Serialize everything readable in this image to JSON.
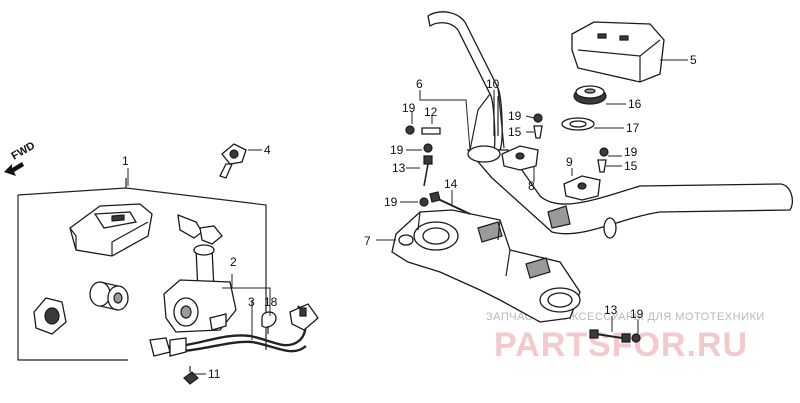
{
  "fwd_label": "FWD",
  "callouts": {
    "c1": "1",
    "c2": "2",
    "c3": "3",
    "c4": "4",
    "c5": "5",
    "c6": "6",
    "c7": "7",
    "c8": "8",
    "c9": "9",
    "c10": "10",
    "c11": "11",
    "c12": "12",
    "c13a": "13",
    "c13b": "13",
    "c14": "14",
    "c15a": "15",
    "c15b": "15",
    "c16": "16",
    "c17": "17",
    "c18": "18",
    "c19a": "19",
    "c19b": "19",
    "c19c": "19",
    "c19d": "19",
    "c19e": "19",
    "c19f": "19"
  },
  "watermark": {
    "tagline": "ЗАПЧАСТИ И АКСЕССУАРЫ ДЛЯ МОТОТЕХНИКИ",
    "logo": "PARTSFOR.RU"
  },
  "colors": {
    "line": "#1a1a1a",
    "watermark_logo": "#f4c9cc",
    "watermark_text": "#b8b8b8"
  }
}
